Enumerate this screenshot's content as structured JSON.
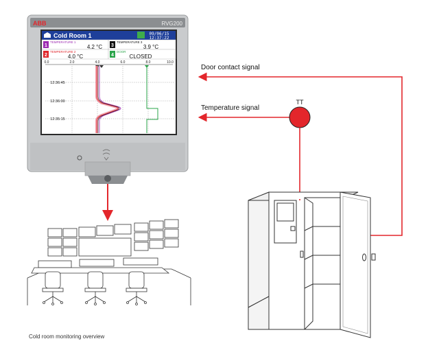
{
  "recorder": {
    "brand": "ABB",
    "model": "RVG200",
    "screen": {
      "title": "Cold Room 1",
      "date": "09/06/15",
      "time": "12:37:22",
      "channels": [
        {
          "num": "1",
          "label": "TEMPERATURE 1",
          "value": "4.2 °C",
          "color": "#9c2ab0"
        },
        {
          "num": "3",
          "label": "TEMPERATURE 3",
          "value": "3.9 °C",
          "color": "#111111"
        },
        {
          "num": "2",
          "label": "TEMPERATURE 2",
          "value": "4.0 °C",
          "color": "#e0262b"
        },
        {
          "num": "4",
          "label": "DOOR",
          "value": "CLOSED",
          "color": "#2aa44a"
        }
      ],
      "scale_ticks": [
        "0.0",
        "2.0",
        "4.0",
        "6.0",
        "8.0",
        "10.0"
      ],
      "time_ticks": [
        "12:36:45",
        "12:36:00",
        "12:35:15"
      ]
    }
  },
  "signals": {
    "door": "Door contact signal",
    "temperature": "Temperature signal"
  },
  "sensor": {
    "label": "TT",
    "color": "#e3262b"
  },
  "colors": {
    "signal_line": "#e3262b"
  },
  "caption": "Cold room monitoring overview"
}
